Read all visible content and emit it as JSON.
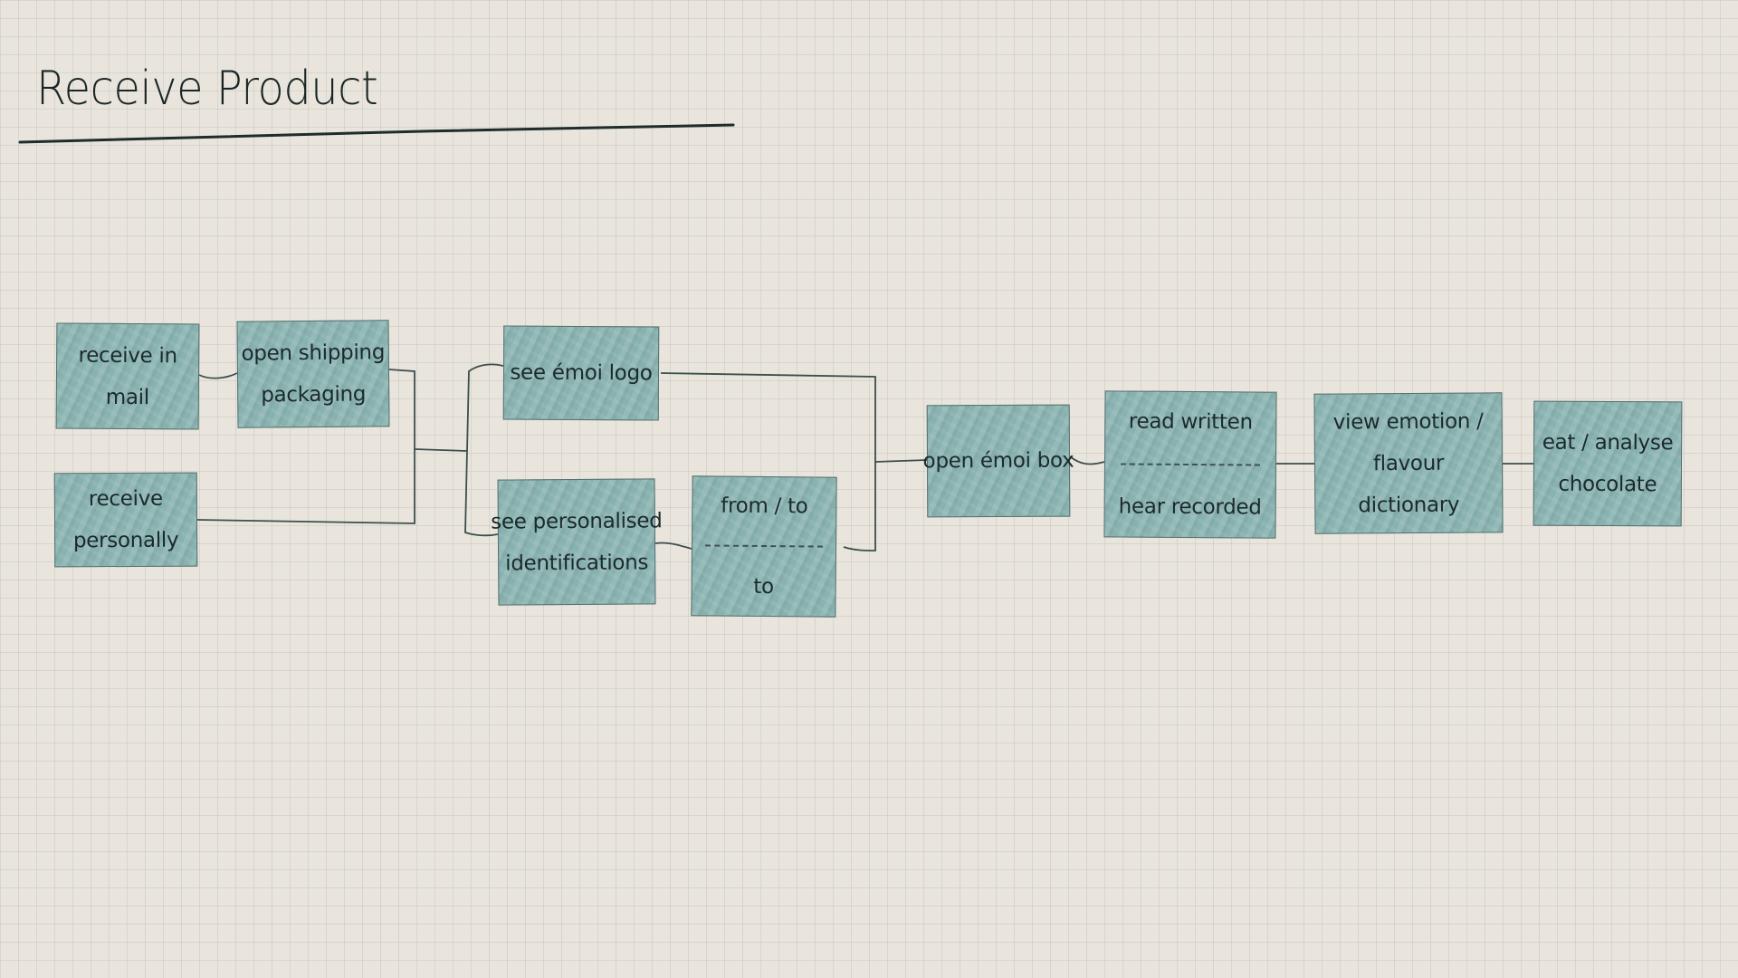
{
  "title": "Receive Product",
  "steps": {
    "receive_mail": [
      "receive in",
      "mail"
    ],
    "receive_personally": [
      "receive",
      "personally"
    ],
    "open_shipping": [
      "open shipping",
      "packaging"
    ],
    "see_logo": [
      "see émoi logo"
    ],
    "see_personalised": [
      "see personalised",
      "identifications"
    ],
    "from_to": {
      "top": "from / to",
      "bottom": "to"
    },
    "open_box": [
      "open émoi box"
    ],
    "read_hear": {
      "top": "read written",
      "bottom": "hear recorded"
    },
    "view_emotion": [
      "view emotion /",
      "flavour",
      "dictionary"
    ],
    "eat_chocolate": [
      "eat / analyse",
      "chocolate"
    ]
  },
  "colors": {
    "background": "#e9e5dc",
    "box_fill": "#88b2b0",
    "box_border": "#55706f",
    "ink": "#1d2b2b"
  }
}
